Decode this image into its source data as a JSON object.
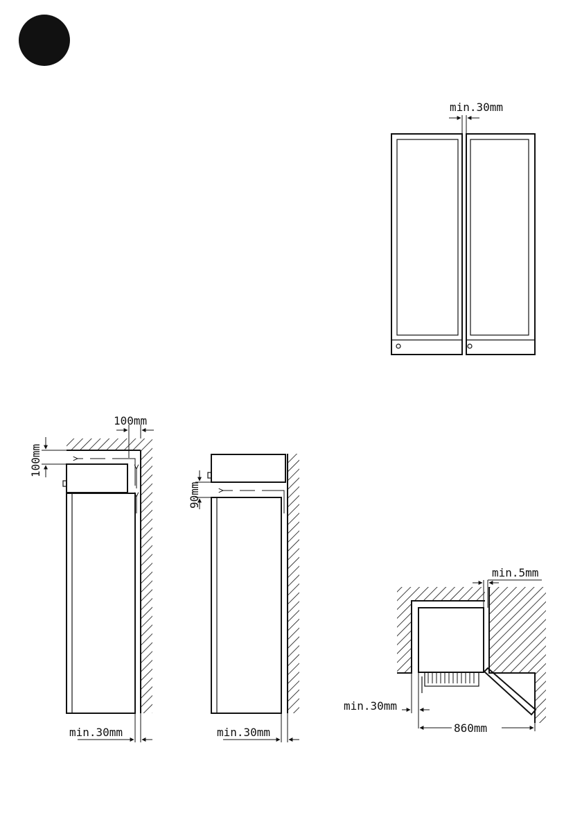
{
  "badge": {
    "color": "#111111"
  },
  "hatch_color": "#111111",
  "labels": {
    "side_by_side_gap": "min.30mm",
    "top_clearance_horizontal": "100mm",
    "top_clearance_vertical": "100mm",
    "under_cabinet_gap": "90mm",
    "rear_gap_left": "min.30mm",
    "rear_gap_right": "min.30mm",
    "door_side_gap": "min.5mm",
    "door_left_gap": "min.30mm",
    "door_swing_width": "860mm"
  }
}
